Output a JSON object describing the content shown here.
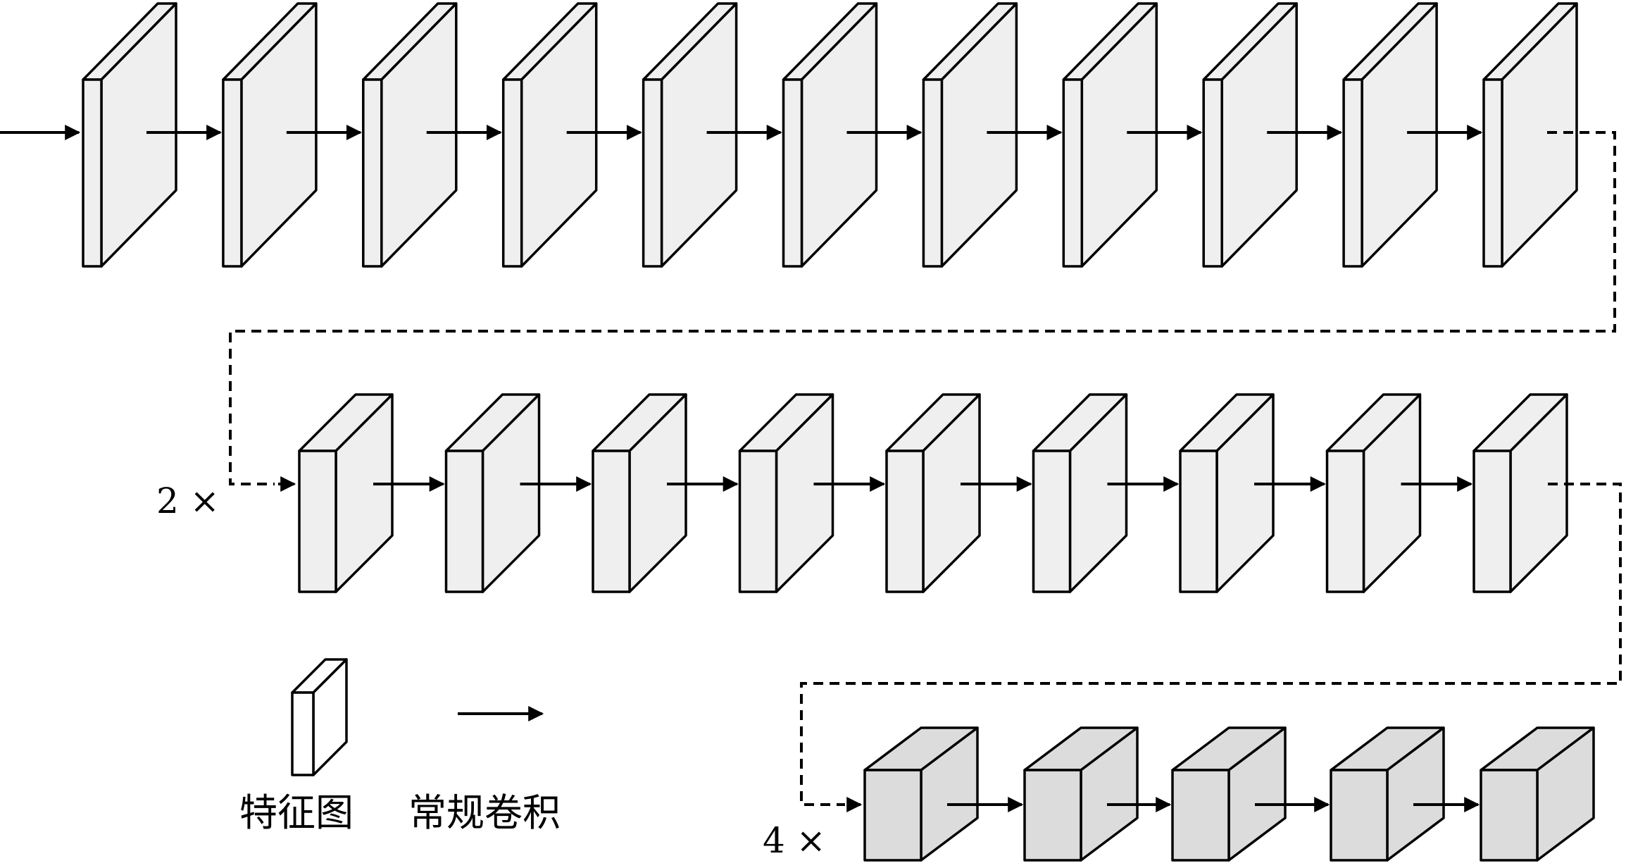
{
  "diagram": {
    "row1": {
      "block_count": 11
    },
    "row2": {
      "block_count": 9,
      "repeat_label": "2 ×"
    },
    "row3": {
      "block_count": 5,
      "repeat_label": "4 ×"
    },
    "colors": {
      "light_face": "#efefef",
      "dark_face": "#dcdcdc",
      "stroke": "#000000"
    },
    "legend": {
      "feature_map": "特征图",
      "regular_conv": "常规卷积"
    }
  }
}
